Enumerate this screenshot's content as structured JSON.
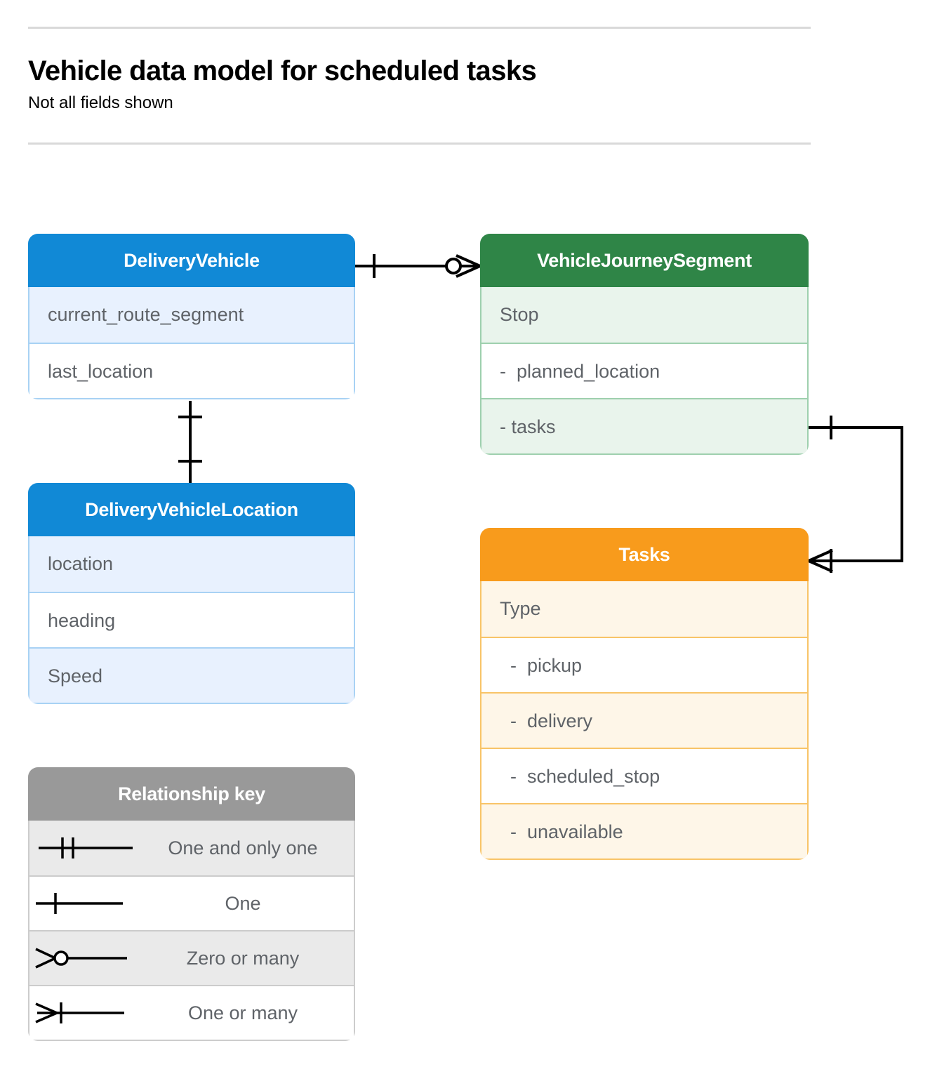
{
  "header": {
    "title": "Vehicle data model for scheduled tasks",
    "subtitle": "Not all fields shown"
  },
  "colors": {
    "blue_header": "#1189d6",
    "blue_fill": "#e8f1fe",
    "blue_border": "#a8d2f4",
    "green_header": "#2f8547",
    "green_fill": "#e9f4ec",
    "green_border": "#9ed0ae",
    "orange_header": "#f89b1c",
    "orange_fill": "#fef6e8",
    "orange_border": "#f8c468",
    "gray_header": "#999999",
    "gray_fill": "#eaeaea",
    "gray_border": "#cccccc",
    "connector_line": "#000000",
    "text_row": "#5f6368",
    "rule": "#d9d9d9"
  },
  "entities": [
    {
      "name": "DeliveryVehicle",
      "theme": "blue",
      "rows": [
        {
          "label": "current_route_segment",
          "shade": "alt"
        },
        {
          "label": "last_location",
          "shade": "plain"
        }
      ]
    },
    {
      "name": "DeliveryVehicleLocation",
      "theme": "blue",
      "rows": [
        {
          "label": "location",
          "shade": "alt"
        },
        {
          "label": "heading",
          "shade": "plain"
        },
        {
          "label": "Speed",
          "shade": "alt"
        }
      ]
    },
    {
      "name": "VehicleJourneySegment",
      "theme": "green",
      "rows": [
        {
          "label": "Stop",
          "shade": "alt"
        },
        {
          "label": "-  planned_location",
          "shade": "plain"
        },
        {
          "label": "- tasks",
          "shade": "alt"
        }
      ]
    },
    {
      "name": "Tasks",
      "theme": "orange",
      "rows": [
        {
          "label": "Type",
          "shade": "alt"
        },
        {
          "label": "  -  pickup",
          "shade": "plain"
        },
        {
          "label": "  -  delivery",
          "shade": "alt"
        },
        {
          "label": "  -  scheduled_stop",
          "shade": "plain"
        },
        {
          "label": "  -  unavailable",
          "shade": "alt"
        }
      ]
    }
  ],
  "legend": {
    "title": "Relationship key",
    "items": [
      {
        "label": "One and only one",
        "symbol": "one-and-only-one-symbol",
        "shade": "alt"
      },
      {
        "label": "One",
        "symbol": "one-symbol",
        "shade": "plain"
      },
      {
        "label": "Zero or many",
        "symbol": "zero-or-many-symbol",
        "shade": "alt"
      },
      {
        "label": "One or many",
        "symbol": "one-or-many-symbol",
        "shade": "plain"
      }
    ]
  },
  "relationships": [
    {
      "from": "DeliveryVehicle",
      "to": "VehicleJourneySegment",
      "from_cardinality": "One",
      "to_cardinality": "Zero or many"
    },
    {
      "from": "DeliveryVehicle",
      "to": "DeliveryVehicleLocation",
      "from_cardinality": "One",
      "to_cardinality": "One"
    },
    {
      "from": "VehicleJourneySegment.tasks",
      "to": "Tasks",
      "from_cardinality": "One",
      "to_cardinality": "One or many"
    }
  ]
}
